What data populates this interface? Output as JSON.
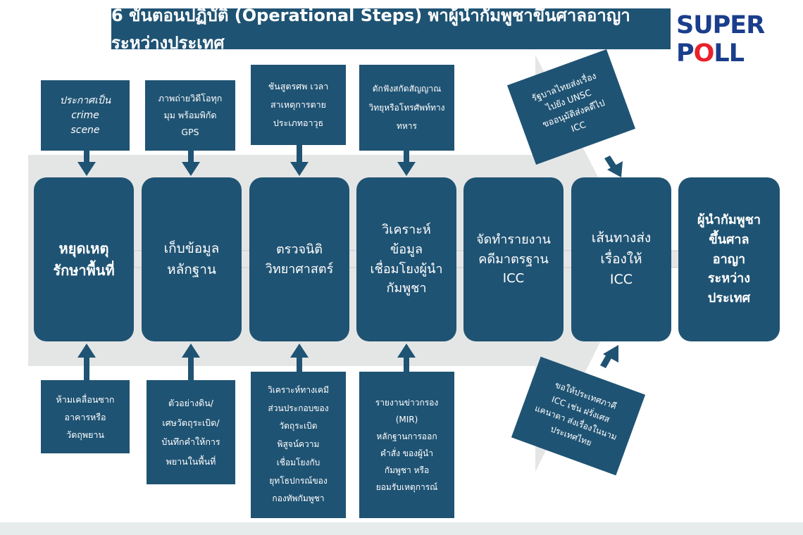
{
  "title": "6 ขั้นตอนปฏิบัติ (Operational Steps) พาผู้นำกัมพูชาขึ้นศาลอาญาระหว่างประเทศ",
  "logo": {
    "part1": "SUPER P",
    "part2": "O",
    "part3": "LL"
  },
  "colors": {
    "box": "#1f5373",
    "arrow": "#e2e4e4",
    "logo_blue": "#1a3e8c",
    "logo_red": "#e9212b"
  },
  "steps": [
    {
      "label": "หยุดเหตุ\nรักษาพื้นที่"
    },
    {
      "label": "เก็บข้อมูล\nหลักฐาน"
    },
    {
      "label": "ตรวจนิติ\nวิทยาศาสตร์"
    },
    {
      "label": "วิเคราะห์\nข้อมูล\nเชื่อมโยงผู้นำ\nกัมพูชา"
    },
    {
      "label": "จัดทำรายงาน\nคดีมาตรฐาน\nICC"
    },
    {
      "label": "เส้นทางส่ง\nเรื่องให้\nICC"
    },
    {
      "label": "ผู้นำกัมพูชา\nขึ้นศาล\nอาญา\nระหว่าง\nประเทศ"
    }
  ],
  "top_notes": [
    {
      "text": "ประกาศเป็น\ncrime\nscene"
    },
    {
      "text": "ภาพถ่ายวิดีโอทุก\nมุม พร้อมพิกัด\nGPS"
    },
    {
      "text": "ชันสูตรศพ เวลา\nสาเหตุการตาย\nประเภทอาวุธ"
    },
    {
      "text": "ดักฟังสกัดสัญญาณ\nวิทยุหรือโทรศัพท์ทาง\nทหาร"
    },
    {
      "text": "รัฐบาลไทยส่งเรื่อง\nไปยัง UNSC\nขออนุมัติส่งคดีไป\nICC"
    }
  ],
  "bottom_notes": [
    {
      "text": "ห้ามเคลื่อนซาก\nอาคารหรือ\nวัตถุพยาน"
    },
    {
      "text": "ตัวอย่างดิน/\nเศษวัตถุระเบิด/\nบันทึกคำให้การ\nพยานในพื้นที่"
    },
    {
      "text": "วิเคราะห์ทางเคมี\nส่วนประกอบของ\nวัตถุระเบิด\nพิสูจน์ความ\nเชื่อมโยงกับ\nยุทโธปกรณ์ของ\nกองทัพกัมพูชา"
    },
    {
      "text": "รายงานข่าวกรอง\n(MIR)\nหลักฐานการออก\nคำสั่ง ของผู้นำ\nกัมพูชา หรือ\nยอมรับเหตุการณ์"
    },
    {
      "text": "ขอให้ประเทศภาคี\nICC เช่น ฝรั่งเศส\nแคนาดา ส่งเรื่องในนาม\nประเทศไทย"
    }
  ]
}
